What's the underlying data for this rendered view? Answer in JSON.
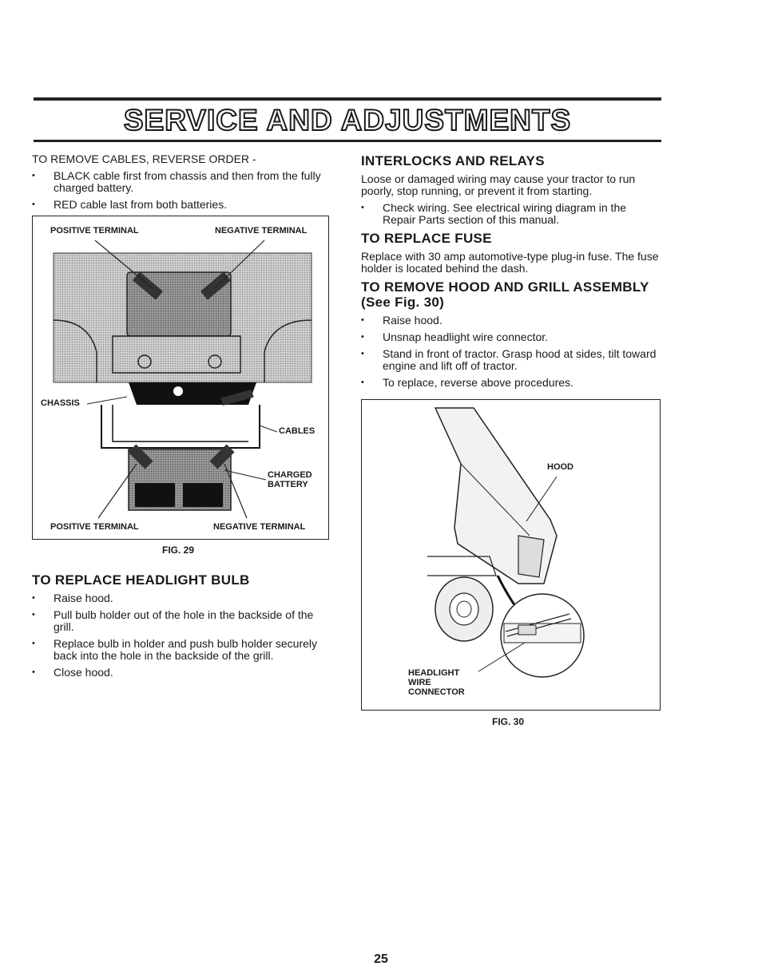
{
  "header": {
    "title": "SERVICE AND ADJUSTMENTS"
  },
  "left": {
    "intro": "TO REMOVE CABLES, REVERSE ORDER -",
    "bullets": [
      "BLACK cable first from chassis and then from the fully charged battery.",
      "RED cable last from both batteries."
    ],
    "fig29": {
      "pos_top": "POSITIVE TERMINAL",
      "neg_top": "NEGATIVE TERMINAL",
      "chassis": "CHASSIS",
      "cables": "CABLES",
      "charged_battery": "CHARGED BATTERY",
      "pos_bottom": "POSITIVE TERMINAL",
      "neg_bottom": "NEGATIVE TERMINAL",
      "caption": "FIG. 29"
    },
    "headlight": {
      "heading": "TO REPLACE HEADLIGHT BULB",
      "bullets": [
        "Raise hood.",
        "Pull bulb holder out of the hole in the backside of the grill.",
        "Replace bulb in holder and push bulb holder securely back into the hole in the backside of the grill.",
        "Close hood."
      ]
    }
  },
  "right": {
    "interlocks": {
      "heading": "INTERLOCKS AND RELAYS",
      "text": "Loose or damaged wiring may cause your tractor to run poorly, stop running, or prevent it from starting.",
      "bullets": [
        "Check wiring. See electrical wiring diagram in the Repair Parts section of this manual."
      ]
    },
    "fuse": {
      "heading": "TO REPLACE FUSE",
      "text": "Replace with 30 amp automotive-type plug-in fuse. The fuse holder is located behind the dash."
    },
    "hood": {
      "heading": "TO REMOVE HOOD AND GRILL ASSEMBLY (See Fig. 30)",
      "bullets": [
        "Raise hood.",
        "Unsnap headlight wire connector.",
        "Stand in front of tractor. Grasp hood at sides, tilt toward engine and lift off of tractor.",
        "To replace, reverse above procedures."
      ]
    },
    "fig30": {
      "hood_label": "HOOD",
      "connector_label": "HEADLIGHT WIRE CONNECTOR",
      "caption": "FIG. 30"
    }
  },
  "footer": {
    "page_number": "25"
  }
}
